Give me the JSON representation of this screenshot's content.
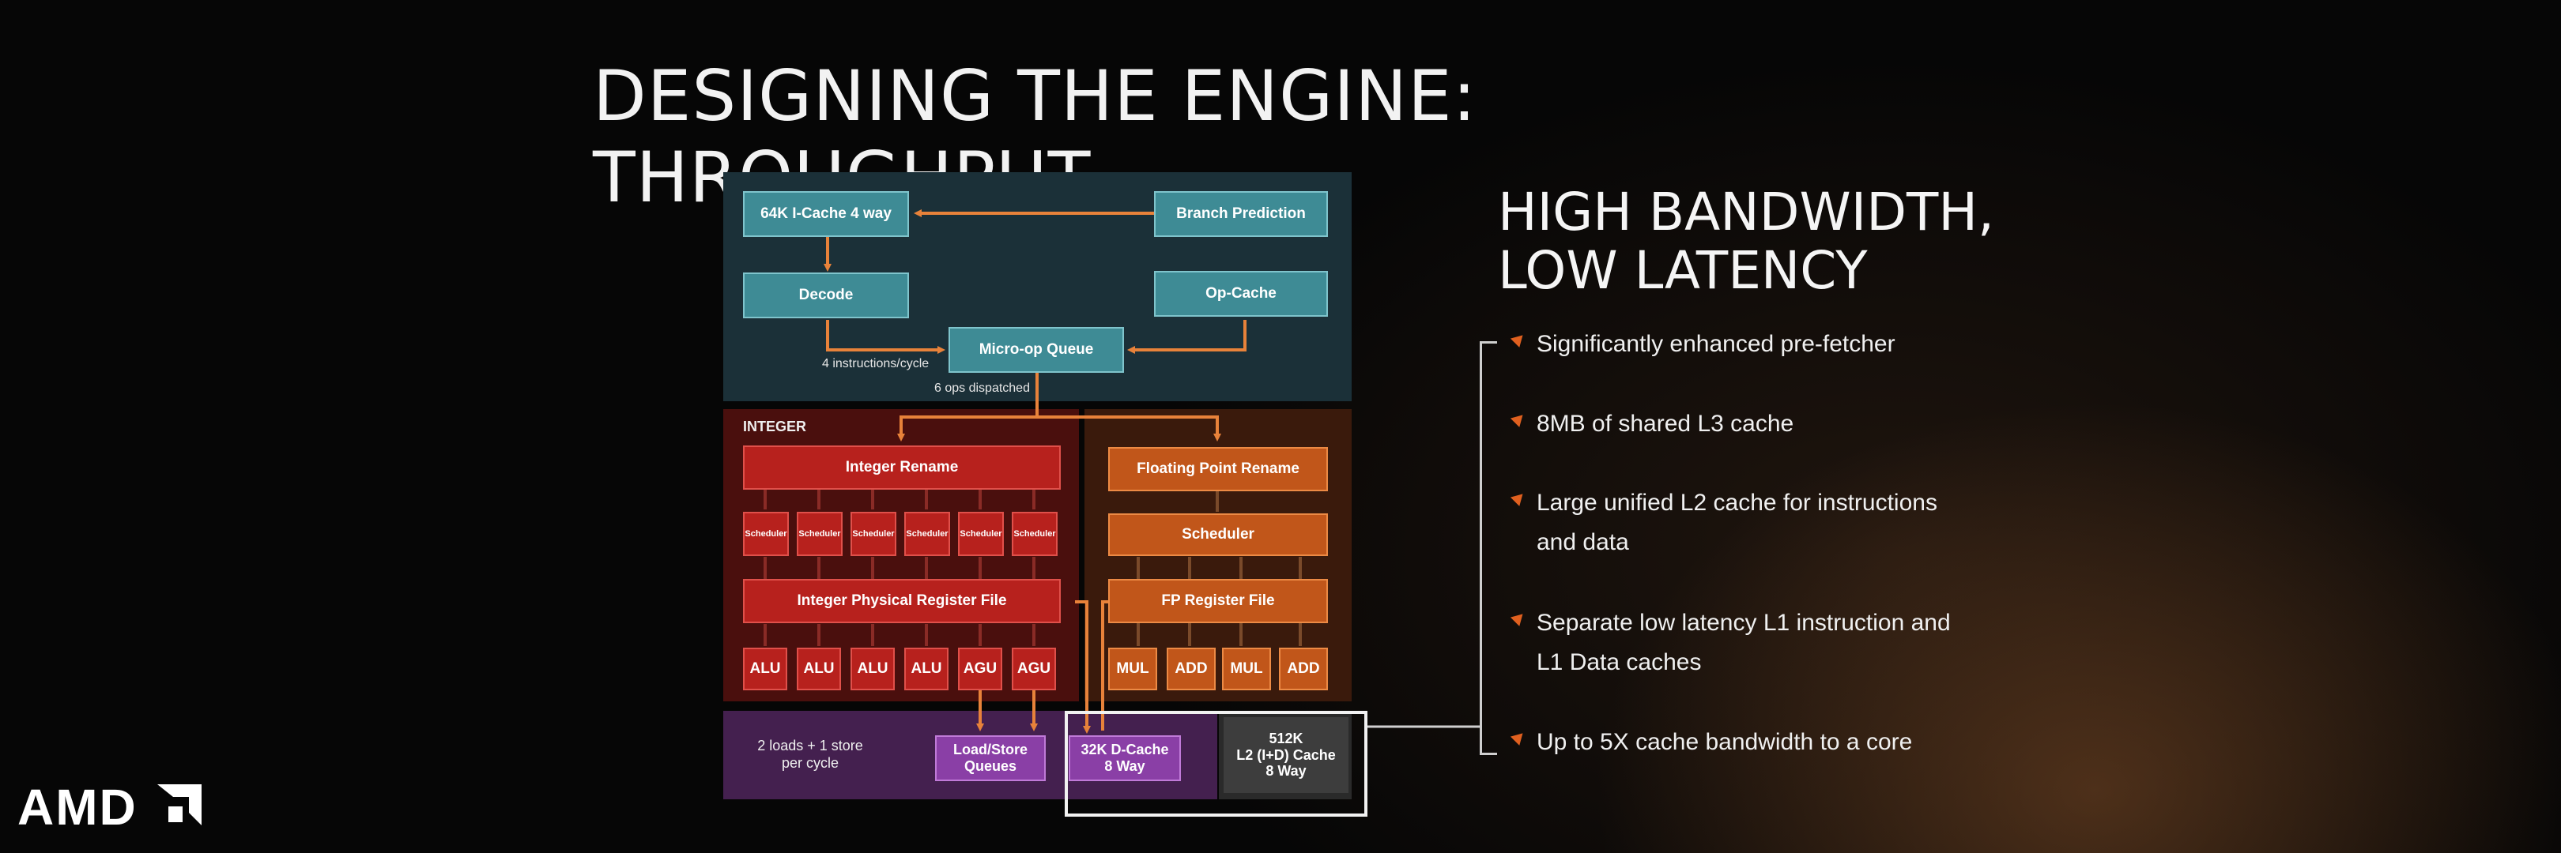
{
  "title": "DESIGNING THE ENGINE: THROUGHPUT",
  "logo_text": "AMD",
  "heading_line1": "HIGH BANDWIDTH,",
  "heading_line2": "LOW LATENCY",
  "bullets": [
    "Significantly enhanced pre-fetcher",
    "8MB of shared L3 cache",
    "Large unified L2 cache for instructions and data",
    "Separate low latency  L1 instruction and L1 Data caches",
    "Up to 5X cache bandwidth to a core"
  ],
  "diagram": {
    "icache": "64K I-Cache 4 way",
    "branch_prediction": "Branch Prediction",
    "decode": "Decode",
    "op_cache": "Op-Cache",
    "micro_op_queue": "Micro-op Queue",
    "instructions_per_cycle": "4 instructions/cycle",
    "ops_dispatched": "6 ops dispatched",
    "integer_label": "INTEGER",
    "integer_rename": "Integer Rename",
    "scheduler_small": "Scheduler",
    "integer_prf": "Integer Physical Register File",
    "int_units": [
      "ALU",
      "ALU",
      "ALU",
      "ALU",
      "AGU",
      "AGU"
    ],
    "fp_rename": "Floating Point Rename",
    "fp_scheduler": "Scheduler",
    "fp_register_file": "FP Register File",
    "fp_units": [
      "MUL",
      "ADD",
      "MUL",
      "ADD"
    ],
    "loads_stores_line1": "2 loads + 1 store",
    "loads_stores_line2": "per cycle",
    "ls_queues_line1": "Load/Store",
    "ls_queues_line2": "Queues",
    "dcache_line1": "32K D-Cache",
    "dcache_line2": "8 Way",
    "l2_line1": "512K",
    "l2_line2": "L2 (I+D) Cache",
    "l2_line3": "8 Way"
  },
  "colors": {
    "accent_orange": "#e0601f",
    "teal": "#3e8b95",
    "integer_red": "#b7211d",
    "fp_orange": "#c1561a",
    "ls_purple": "#8a3fa6"
  }
}
